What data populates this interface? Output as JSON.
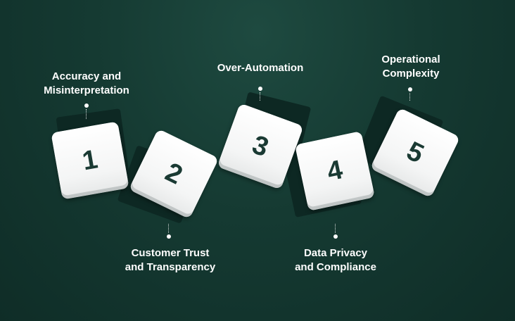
{
  "steps": [
    {
      "number": "1",
      "label_line1": "Accuracy and",
      "label_line2": "Misinterpretation"
    },
    {
      "number": "2",
      "label_line1": "Customer Trust",
      "label_line2": "and Transparency"
    },
    {
      "number": "3",
      "label_line1": "Over-Automation",
      "label_line2": ""
    },
    {
      "number": "4",
      "label_line1": "Data Privacy",
      "label_line2": "and Compliance"
    },
    {
      "number": "5",
      "label_line1": "Operational",
      "label_line2": "Complexity"
    }
  ],
  "colors": {
    "background": "#153a32",
    "tile": "#ffffff",
    "number": "#1a3a33",
    "label": "#ffffff"
  }
}
